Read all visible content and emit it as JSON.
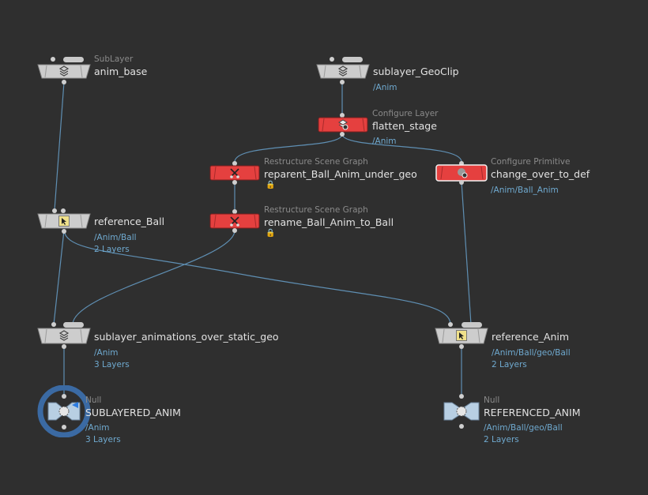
{
  "nodes": {
    "anim_base": {
      "type": "SubLayer",
      "name": "anim_base"
    },
    "sublayer_geoclip": {
      "name": "sublayer_GeoClip",
      "path": "/Anim"
    },
    "flatten_stage": {
      "type": "Configure Layer",
      "name": "flatten_stage",
      "path": "/Anim"
    },
    "reparent": {
      "type": "Restructure Scene Graph",
      "name": "reparent_Ball_Anim_under_geo"
    },
    "change_over": {
      "type": "Configure Primitive",
      "name": "change_over_to_def",
      "path": "/Anim/Ball_Anim"
    },
    "reference_ball": {
      "name": "reference_Ball",
      "path": "/Anim/Ball",
      "layers": "2 Layers"
    },
    "rename": {
      "type": "Restructure Scene Graph",
      "name": "rename_Ball_Anim_to_Ball"
    },
    "sublayer_anims": {
      "name": "sublayer_animations_over_static_geo",
      "path": "/Anim",
      "layers": "3 Layers"
    },
    "reference_anim": {
      "name": "reference_Anim",
      "path": "/Anim/Ball/geo/Ball",
      "layers": "2 Layers"
    },
    "sublayered_anim": {
      "type": "Null",
      "name": "SUBLAYERED_ANIM",
      "path": "/Anim",
      "layers": "3 Layers"
    },
    "referenced_anim": {
      "type": "Null",
      "name": "REFERENCED_ANIM",
      "path": "/Anim/Ball/geo/Ball",
      "layers": "2 Layers"
    }
  },
  "icons": {
    "sublayer": "sublayer-stack-icon",
    "configure": "configure-cog-icon",
    "restructure": "scissors-icon",
    "configure_prim": "configure-primitive-icon",
    "reference": "reference-arrow-icon",
    "null": "null-circle-icon",
    "lock": "lock-icon"
  },
  "colors": {
    "background": "#2f2f2f",
    "wire": "#5f8fb3",
    "node_gray": "#cdcdcd",
    "node_red": "#e5403f",
    "path_text": "#6fa9cf",
    "display_ring": "#3b6aa3",
    "null_body": "#b8cfe3"
  }
}
